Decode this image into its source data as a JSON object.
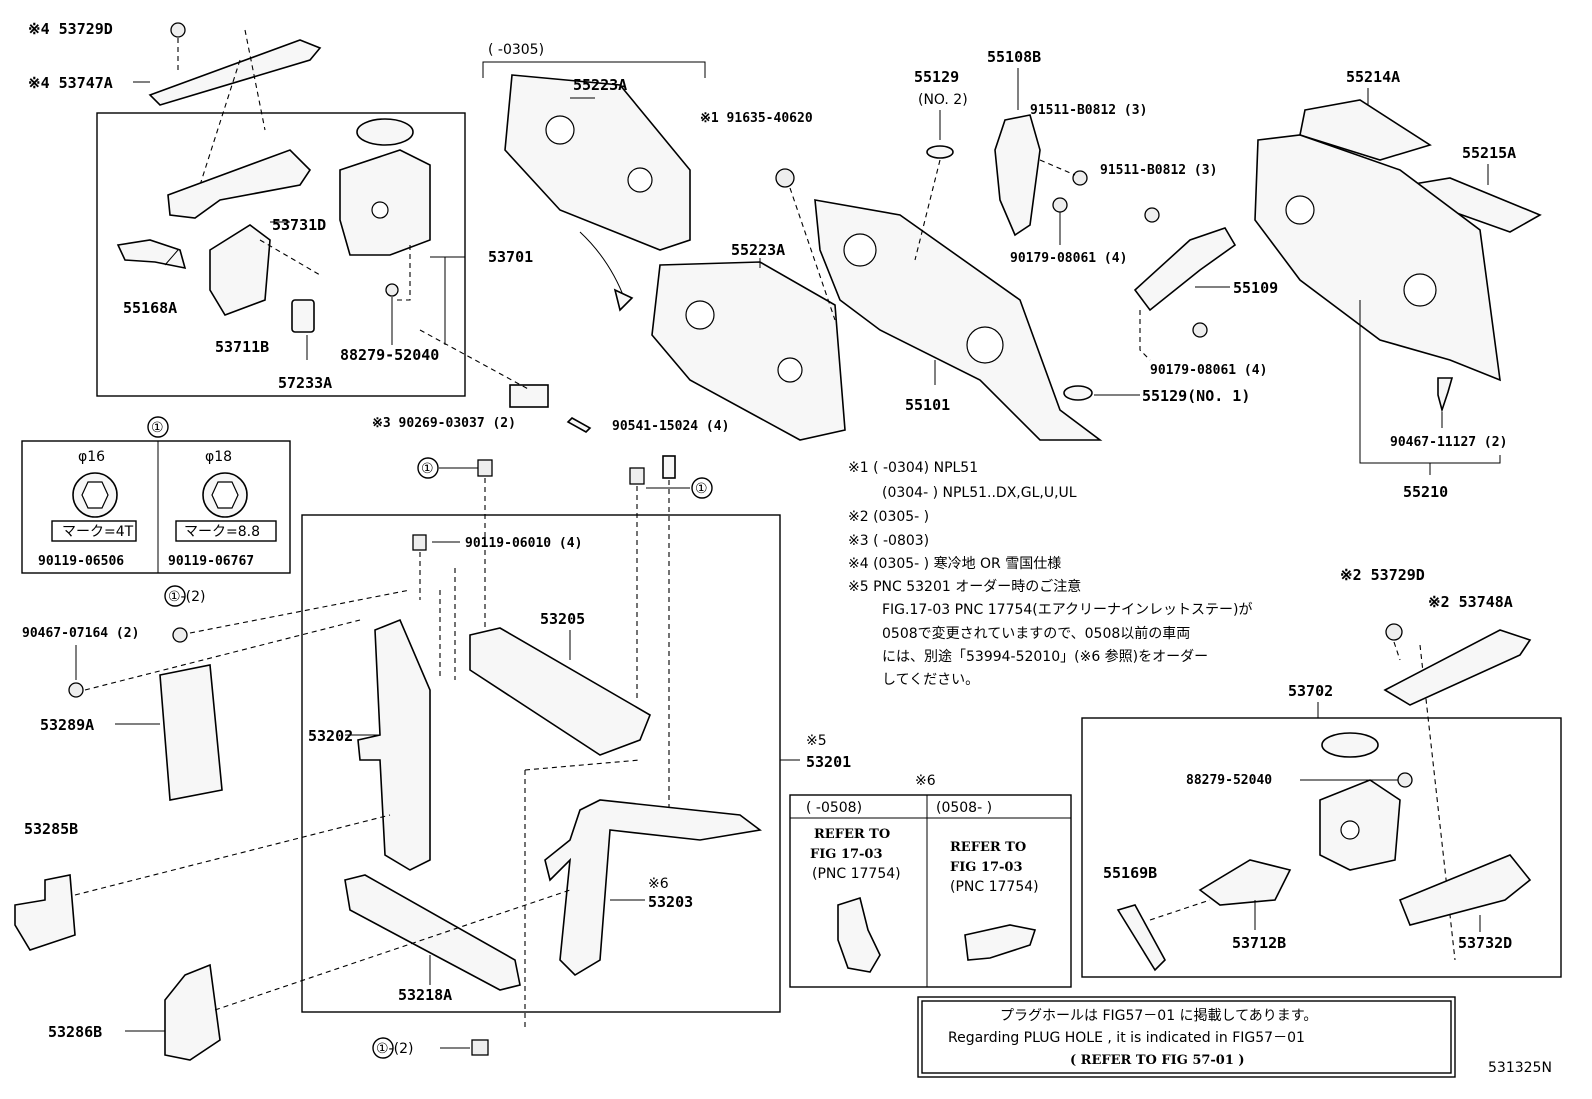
{
  "labels": {
    "p53729d_top": "※4 53729D",
    "p53747a": "※4 53747A",
    "p53731d": "53731D",
    "p55168a": "55168A",
    "p53711b": "53711B",
    "p57233a": "57233A",
    "p88279_top": "88279-52040",
    "p53701": "53701",
    "range0305": "(     -0305)",
    "p55223a_1": "55223A",
    "p55223a_2": "55223A",
    "p91635": "※1 91635-40620",
    "p55129_no2": "55129",
    "no2": "(NO. 2)",
    "p55108b": "55108B",
    "p91511_a": "91511-B0812 (3)",
    "p91511_b": "91511-B0812 (3)",
    "p90179_a": "90179-08061 (4)",
    "p55109": "55109",
    "p90179_b": "90179-08061 (4)",
    "p55101": "55101",
    "p55129_no1": "55129(NO. 1)",
    "p55214a": "55214A",
    "p55215a": "55215A",
    "p90467_11127": "90467-11127 (2)",
    "p55210": "55210",
    "p90269": "※3 90269-03037 (2)",
    "p90541": "90541-15024 (4)",
    "phi16": "φ16",
    "phi18": "φ18",
    "mark4t": "マーク=4T",
    "mark88": "マーク=8.8",
    "p90119_06506": "90119-06506",
    "p90119_06767": "90119-06767",
    "p90119_06010": "90119-06010 (4)",
    "p90467_07164": "90467-07164 (2)",
    "p53289a": "53289A",
    "p53285b": "53285B",
    "p53286b": "53286B",
    "p53205": "53205",
    "p53202": "53202",
    "p53201": "53201",
    "mark5": "※5",
    "p53203": "53203",
    "mark6": "※6",
    "p53218a": "53218A",
    "one": "①",
    "one_2a": "①-(2)",
    "one_2b": "①-(2)",
    "p53729d_r": "※2 53729D",
    "p53748a": "※2 53748A",
    "p53702": "53702",
    "p88279_r": "88279-52040",
    "p55169b": "55169B",
    "p53712b": "53712B",
    "p53732d": "53732D",
    "figno": "531325N"
  },
  "notes": [
    "※1 (      -0304) NPL51",
    "(0304-      ) NPL51..DX,GL,U,UL",
    "※2 (0305-      )",
    "※3 (      -0803)",
    "※4 (0305-      ) 寒冷地 OR 雪国仕様",
    "※5 PNC 53201 オーダー時のご注意",
    "FIG.17-03 PNC 17754(エアクリーナインレットステー)が",
    "0508で変更されていますので、0508以前の車両",
    "には、別途「53994-52010」(※6 参照)をオーダー",
    "してください。"
  ],
  "refer_box": {
    "title": "※6",
    "left_header": "(      -0508)",
    "right_header": "(0508-      )",
    "refer": "REFER TO",
    "fig": "FIG 17-03",
    "pnc": "(PNC 17754)"
  },
  "plug_box": {
    "line1": "プラグホールは FIG57－01 に掲載してあります。",
    "line2": "Regarding PLUG HOLE , it is indicated in FIG57－01",
    "line3": "(  REFER TO FIG 57-01 )"
  }
}
